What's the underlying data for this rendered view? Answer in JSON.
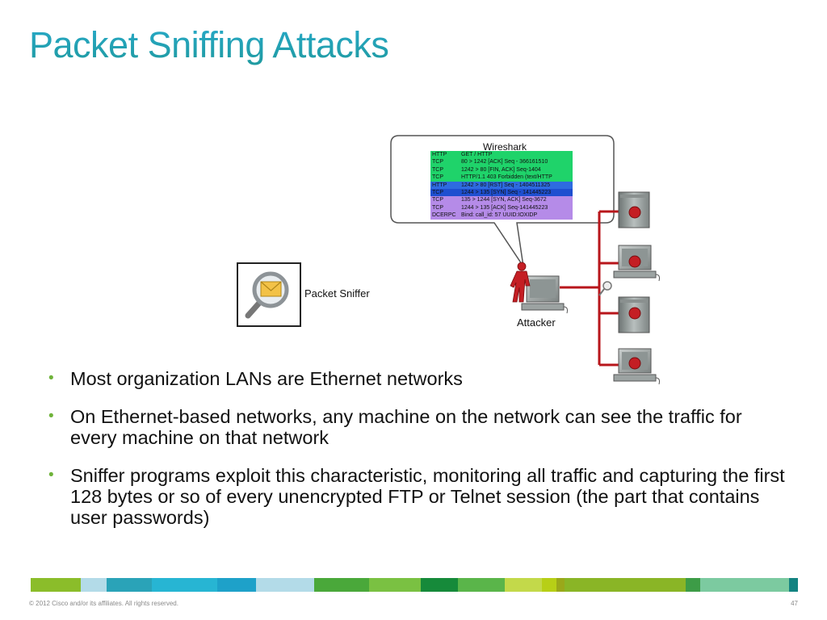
{
  "slide": {
    "title": "Packet Sniffing Attacks",
    "footer_copyright": "© 2012 Cisco and/or its affiliates. All rights reserved.",
    "page_number": "47"
  },
  "diagram": {
    "legend_label": "Packet Sniffer",
    "callout_title": "Wireshark",
    "attacker_label": "Attacker",
    "capture_rows": [
      {
        "proto": "HTTP",
        "info": "GET  / HTTP",
        "bg": "#1fd36a"
      },
      {
        "proto": "TCP",
        "info": "80     > 1242  [ACK]  Seq - 366161510",
        "bg": "#1fd36a"
      },
      {
        "proto": "TCP",
        "info": "1242 >    80  [FIN,    ACK]  Seq-1404",
        "bg": "#1fd36a"
      },
      {
        "proto": "TCP",
        "info": "HTTP/1.1 403  Forbidden  (text/HTTP",
        "bg": "#1fd36a"
      },
      {
        "proto": "HTTP",
        "info": "1242  >  80  [RST]  Seq - 1404511325",
        "bg": "#2e6be0"
      },
      {
        "proto": "TCP",
        "info": "1244  >  135 [SYN] Seq - 141445223",
        "bg": "#1e4fd0"
      },
      {
        "proto": "TCP",
        "info": "135    >  1244 [SYN, ACK] Seq-3672",
        "bg": "#b58be8"
      },
      {
        "proto": "TCP",
        "info": "1244  >  135   [ACK] Seq-141445223",
        "bg": "#b58be8"
      },
      {
        "proto": "DCERPC",
        "info": "Bind:     call_id:  57 UUID:IOXIDP",
        "bg": "#b58be8"
      }
    ]
  },
  "bullets": [
    "Most organization LANs are Ethernet networks",
    "On Ethernet-based networks, any machine on the network can see the traffic for every machine on that network",
    "Sniffer programs exploit this characteristic, monitoring all traffic and capturing the first 128 bytes or so of every unencrypted FTP or Telnet session (the part that contains user passwords)"
  ],
  "bullet_symbol": "•",
  "colors": {
    "title": "#27a9c9",
    "bullet": "#6fb33a",
    "network_line": "#b8161b",
    "footer_bar": [
      "#8bbd2a",
      "#b3dbe8",
      "#2aa3b8",
      "#27b5d3",
      "#1ea1c9",
      "#b3dbe8",
      "#4aa83a",
      "#7ac142",
      "#168a3a",
      "#5ab54a",
      "#c3d94a",
      "#b7cf16",
      "#9aa81a",
      "#8ab526",
      "#3d9c47",
      "#7ccaa0",
      "#138381"
    ]
  }
}
